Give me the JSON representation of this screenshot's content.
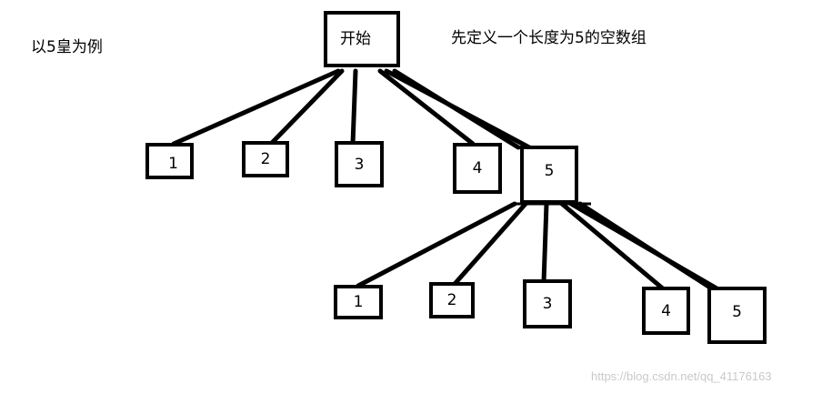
{
  "annotations": {
    "left_note": "以5皇为例",
    "right_note": "先定义一个长度为5的空数组"
  },
  "root": {
    "label": "开始"
  },
  "level1": [
    "1",
    "2",
    "3",
    "4",
    "5"
  ],
  "level2": [
    "1",
    "2",
    "3",
    "4",
    "5"
  ],
  "watermark": "https://blog.csdn.net/qq_41176163",
  "colors": {
    "ink": "#000000",
    "watermark": "#c9c9c9"
  }
}
